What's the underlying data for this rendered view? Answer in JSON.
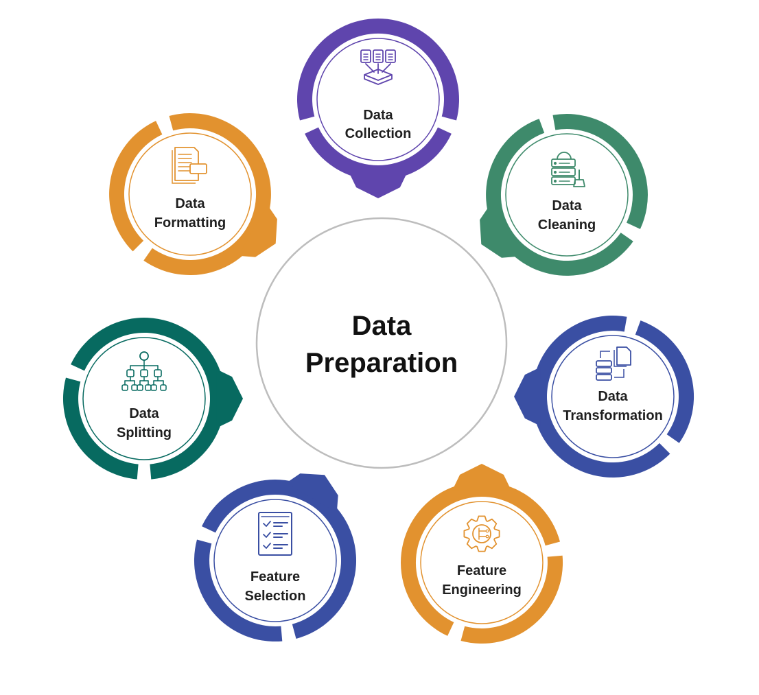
{
  "center": {
    "line1": "Data",
    "line2": "Preparation"
  },
  "colors": {
    "purple": "#5f45ad",
    "green": "#3e8a6b",
    "orange": "#e2922f",
    "teal": "#076a60",
    "blue": "#3a4fa3",
    "center_ring": "#bdbdbd"
  },
  "steps": [
    {
      "id": "data-collection",
      "line1": "Data",
      "line2": "Collection",
      "color": "purple",
      "icon": "documents-into-tray-icon"
    },
    {
      "id": "data-cleaning",
      "line1": "Data",
      "line2": "Cleaning",
      "color": "green",
      "icon": "server-broom-icon"
    },
    {
      "id": "data-transformation",
      "line1": "Data",
      "line2": "Transformation",
      "color": "blue",
      "icon": "server-to-document-icon"
    },
    {
      "id": "feature-engineering",
      "line1": "Feature",
      "line2": "Engineering",
      "color": "orange",
      "icon": "gear-circuit-icon"
    },
    {
      "id": "feature-selection",
      "line1": "Feature",
      "line2": "Selection",
      "color": "blue",
      "icon": "checklist-icon"
    },
    {
      "id": "data-splitting",
      "line1": "Data",
      "line2": "Splitting",
      "color": "teal",
      "icon": "decision-tree-icon"
    },
    {
      "id": "data-formatting",
      "line1": "Data",
      "line2": "Formatting",
      "color": "orange",
      "icon": "document-format-icon"
    }
  ]
}
